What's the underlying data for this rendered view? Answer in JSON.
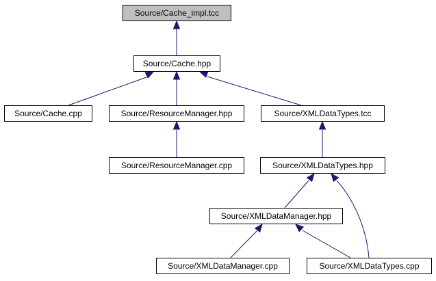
{
  "colors": {
    "edge": "#191970",
    "root_fill": "#bfbfbf",
    "node_fill": "#ffffff",
    "node_border": "#000000"
  },
  "nodes": {
    "cache_impl_tcc": "Source/Cache_impl.tcc",
    "cache_hpp": "Source/Cache.hpp",
    "cache_cpp": "Source/Cache.cpp",
    "resource_manager_hpp": "Source/ResourceManager.hpp",
    "xml_data_types_tcc": "Source/XMLDataTypes.tcc",
    "resource_manager_cpp": "Source/ResourceManager.cpp",
    "xml_data_types_hpp": "Source/XMLDataTypes.hpp",
    "xml_data_manager_hpp": "Source/XMLDataManager.hpp",
    "xml_data_manager_cpp": "Source/XMLDataManager.cpp",
    "xml_data_types_cpp": "Source/XMLDataTypes.cpp"
  },
  "edges": [
    [
      "cache_hpp",
      "cache_impl_tcc"
    ],
    [
      "cache_cpp",
      "cache_hpp"
    ],
    [
      "resource_manager_hpp",
      "cache_hpp"
    ],
    [
      "xml_data_types_tcc",
      "cache_hpp"
    ],
    [
      "resource_manager_cpp",
      "resource_manager_hpp"
    ],
    [
      "xml_data_types_hpp",
      "xml_data_types_tcc"
    ],
    [
      "xml_data_manager_hpp",
      "xml_data_types_hpp"
    ],
    [
      "xml_data_types_cpp",
      "xml_data_types_hpp"
    ],
    [
      "xml_data_manager_cpp",
      "xml_data_manager_hpp"
    ],
    [
      "xml_data_types_cpp",
      "xml_data_manager_hpp"
    ]
  ]
}
